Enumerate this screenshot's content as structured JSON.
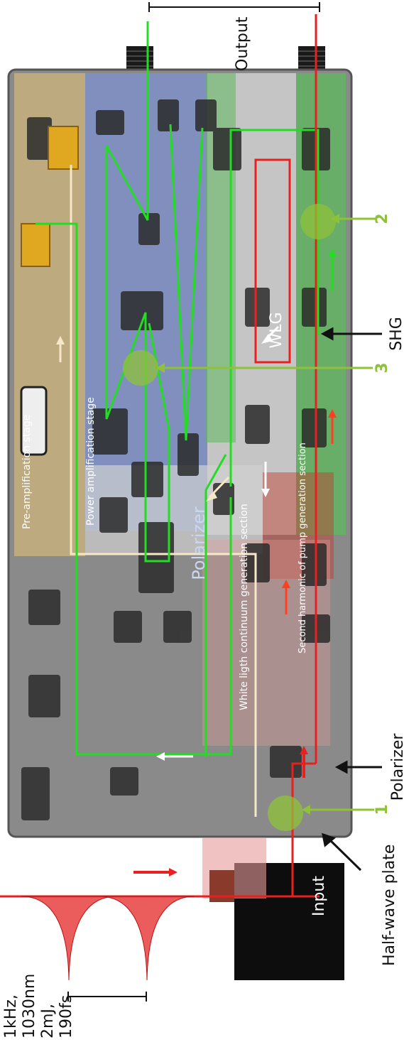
{
  "labels": {
    "output": "Output",
    "input": "Input",
    "half_wave_plate": "Half-wave plate",
    "polarizer_bottom": "Polarizer",
    "polarizer_middle": "Polarizer",
    "shg": "SHG",
    "wlg": "WLG",
    "pre_amp": "Pre-amplification stage",
    "power_amp": "Power amplification stage",
    "white_light": "White ligth continuum generation section",
    "second_harmonic": "Second harmonic of pump generation section",
    "pulse_params_line1": "1kHz,",
    "pulse_params_line2": "1030nm",
    "pulse_params_line3": "2mJ,",
    "pulse_params_line4": "190fs",
    "marker_1": "1",
    "marker_2": "2",
    "marker_3": "3"
  },
  "colors": {
    "pre_amp_region": "#c9b27a",
    "power_amp_region": "#7f8fc8",
    "white_light_region": "#d8d8d8",
    "shg_region": "#5cb85c",
    "input_region": "#c0392b",
    "beam_green": "#22dd22",
    "beam_red": "#e82020",
    "beam_pale": "#f6e7c8",
    "marker_green": "#8fc23a"
  }
}
